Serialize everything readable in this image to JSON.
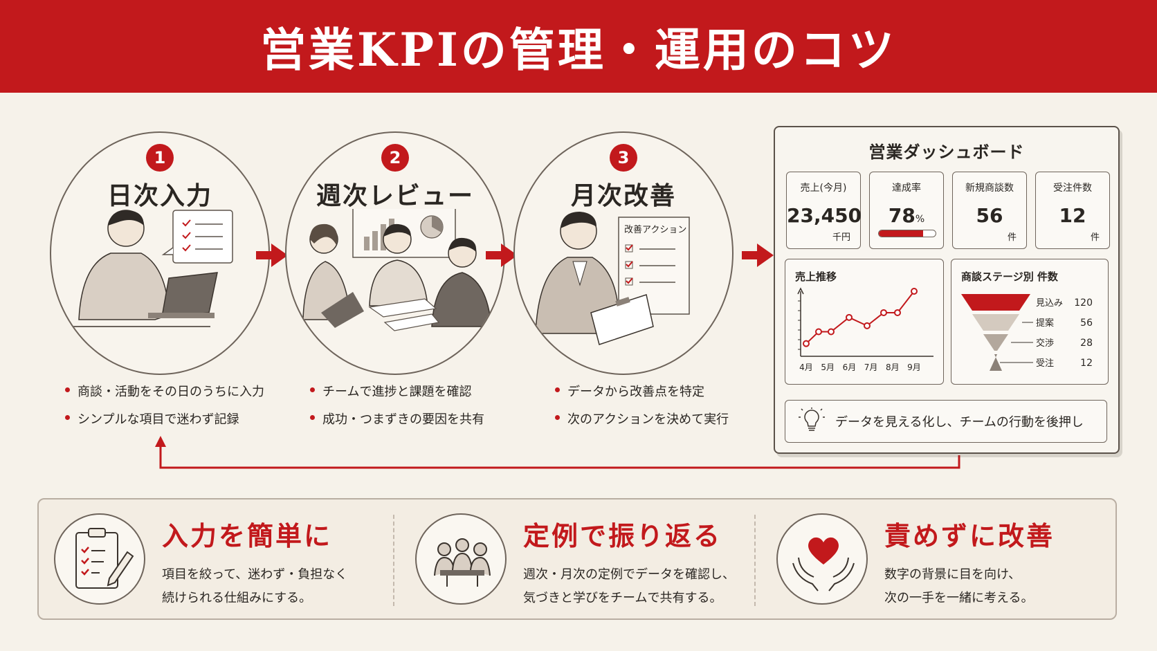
{
  "header": {
    "title": "営業KPIの管理・運用のコツ"
  },
  "steps": [
    {
      "number": "1",
      "title": "日次入力",
      "bullets": [
        "商談・活動をその日のうちに入力",
        "シンプルな項目で迷わず記録"
      ]
    },
    {
      "number": "2",
      "title": "週次レビュー",
      "bullets": [
        "チームで進捗と課題を確認",
        "成功・つまずきの要因を共有"
      ]
    },
    {
      "number": "3",
      "title": "月次改善",
      "bullets": [
        "データから改善点を特定",
        "次のアクションを決めて実行"
      ],
      "clipboard_label": "改善アクション"
    }
  ],
  "dashboard": {
    "title": "営業ダッシュボード",
    "kpis": [
      {
        "label": "売上(今月)",
        "value": "23,450",
        "unit": "千円"
      },
      {
        "label": "達成率",
        "value": "78",
        "suffix": "%",
        "progress": 0.78
      },
      {
        "label": "新規商談数",
        "value": "56",
        "unit": "件"
      },
      {
        "label": "受注件数",
        "value": "12",
        "unit": "件"
      }
    ],
    "trend": {
      "title": "売上推移",
      "months": [
        "4月",
        "5月",
        "6月",
        "7月",
        "8月",
        "9月"
      ]
    },
    "funnel": {
      "title": "商談ステージ別 件数",
      "stages": [
        {
          "label": "見込み",
          "value": "120",
          "color": "#c2191c"
        },
        {
          "label": "提案",
          "value": "56",
          "color": "#d4cabf"
        },
        {
          "label": "交渉",
          "value": "28",
          "color": "#b3a89d"
        },
        {
          "label": "受注",
          "value": "12",
          "color": "#8b8178"
        }
      ]
    },
    "hint": "データを見える化し、チームの行動を後押し"
  },
  "tips": [
    {
      "title": "入力を簡単に",
      "lines": [
        "項目を絞って、迷わず・負担なく",
        "続けられる仕組みにする。"
      ],
      "icon": "clipboard-pencil-icon"
    },
    {
      "title": "定例で振り返る",
      "lines": [
        "週次・月次の定例でデータを確認し、",
        "気づきと学びをチームで共有する。"
      ],
      "icon": "team-meeting-icon"
    },
    {
      "title": "責めずに改善",
      "lines": [
        "数字の背景に目を向け、",
        "次の一手を一緒に考える。"
      ],
      "icon": "heart-hands-icon"
    }
  ],
  "colors": {
    "accent": "#c2191c",
    "background": "#f6f2ea",
    "ink": "#2a2622"
  }
}
